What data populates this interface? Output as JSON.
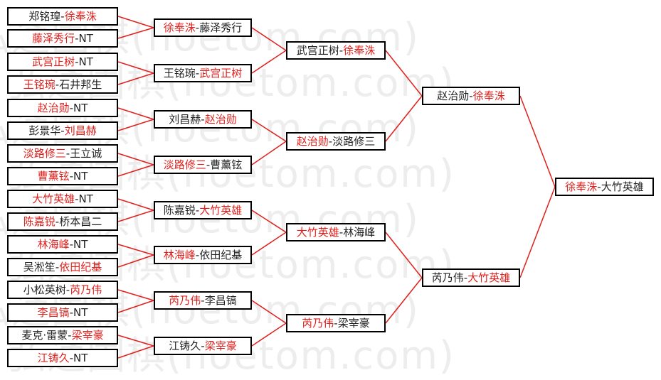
{
  "watermark": "弘通围棋(hoetom.com)",
  "colors": {
    "winner": "#e0201c",
    "line": "#e0201c",
    "border": "#000000",
    "text": "#222222"
  },
  "bracket": {
    "round1": [
      {
        "p1": "郑铭瑝",
        "p2": "徐奉洙",
        "winner": 2
      },
      {
        "p1": "藤泽秀行",
        "p2": "NT",
        "winner": 1
      },
      {
        "p1": "武宫正树",
        "p2": "NT",
        "winner": 1
      },
      {
        "p1": "王铭琬",
        "p2": "石井邦生",
        "winner": 1
      },
      {
        "p1": "赵治勋",
        "p2": "NT",
        "winner": 1
      },
      {
        "p1": "彭景华",
        "p2": "刘昌赫",
        "winner": 2
      },
      {
        "p1": "淡路修三",
        "p2": "王立诚",
        "winner": 1
      },
      {
        "p1": "曹薰铉",
        "p2": "NT",
        "winner": 1
      },
      {
        "p1": "大竹英雄",
        "p2": "NT",
        "winner": 1
      },
      {
        "p1": "陈嘉锐",
        "p2": "桥本昌二",
        "winner": 1
      },
      {
        "p1": "林海峰",
        "p2": "NT",
        "winner": 1
      },
      {
        "p1": "吴淞笙",
        "p2": "依田纪基",
        "winner": 2
      },
      {
        "p1": "小松英树",
        "p2": "芮乃伟",
        "winner": 2
      },
      {
        "p1": "李昌镐",
        "p2": "NT",
        "winner": 1
      },
      {
        "p1": "麦克·雷蒙",
        "p2": "梁宰豪",
        "winner": 2
      },
      {
        "p1": "江铸久",
        "p2": "NT",
        "winner": 1
      }
    ],
    "round2": [
      {
        "p1": "徐奉洙",
        "p2": "藤泽秀行",
        "winner": 1
      },
      {
        "p1": "王铭琬",
        "p2": "武宫正树",
        "winner": 2
      },
      {
        "p1": "刘昌赫",
        "p2": "赵治勋",
        "winner": 2
      },
      {
        "p1": "淡路修三",
        "p2": "曹薰铉",
        "winner": 1
      },
      {
        "p1": "陈嘉锐",
        "p2": "大竹英雄",
        "winner": 2
      },
      {
        "p1": "林海峰",
        "p2": "依田纪基",
        "winner": 1
      },
      {
        "p1": "芮乃伟",
        "p2": "李昌镐",
        "winner": 1
      },
      {
        "p1": "江铸久",
        "p2": "梁宰豪",
        "winner": 2
      }
    ],
    "round3": [
      {
        "p1": "武宫正树",
        "p2": "徐奉洙",
        "winner": 2
      },
      {
        "p1": "赵治勋",
        "p2": "淡路修三",
        "winner": 1
      },
      {
        "p1": "大竹英雄",
        "p2": "林海峰",
        "winner": 1
      },
      {
        "p1": "芮乃伟",
        "p2": "梁宰豪",
        "winner": 1
      }
    ],
    "round4": [
      {
        "p1": "赵治勋",
        "p2": "徐奉洙",
        "winner": 2
      },
      {
        "p1": "芮乃伟",
        "p2": "大竹英雄",
        "winner": 2
      }
    ],
    "final": [
      {
        "p1": "徐奉洙",
        "p2": "大竹英雄",
        "winner": 1
      }
    ]
  }
}
